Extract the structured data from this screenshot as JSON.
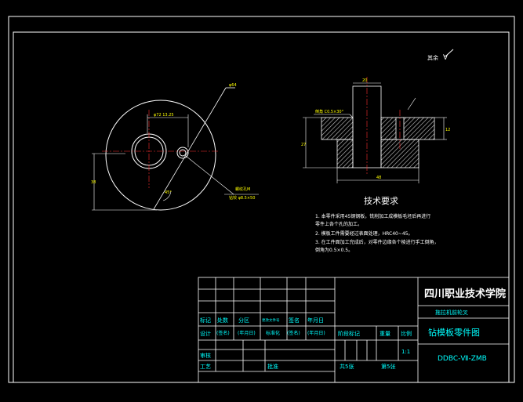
{
  "colors": {
    "background": "#000000",
    "line": "#ffffff",
    "hatch": "#c8c8c8",
    "dimension_text": "#ffff00",
    "table_text": "#00ffff",
    "title_text": "#ffffff"
  },
  "drawing": {
    "roughness": "其余",
    "roughness_symbol": "∀",
    "circle_dims": {
      "outer_diameter": "φ64",
      "bolt_circle_dims": "φ72  13.25",
      "height_label": "38",
      "angle_label": "45°",
      "hole_label": "钻铰 φ8.5×50",
      "hole_leader": "螺纹孔M"
    },
    "section_dims": {
      "top_width": "20",
      "chamfer_label": "倒角 C0.5×30°",
      "left_height": "27",
      "right_height": "12",
      "bottom_width": "48"
    }
  },
  "tech_req": {
    "title": "技术要求",
    "items": [
      "1. 本零件采用45钢钢板，铣削加工成模板毛坯后再进行",
      "   零件上各个孔的加工。",
      "2. 模板工件需要经过表面处理，HRC40~45。",
      "3. 在工件面加工完成后，对零件边缘各个棱进行手工倒角，",
      "   倒角为0.5×0.5。"
    ]
  },
  "title_block": {
    "school": "四川职业技术学院",
    "subtitle": "拖拉机前轮叉",
    "part_name": "钻模板零件图",
    "drawing_no": "DDBC-Ⅶ-ZMB",
    "row_labels": {
      "biaoji": "标记",
      "chushu": "处数",
      "fenqu": "分区",
      "gengai": "更改文件号",
      "qianming": "签名",
      "nianyueri": "年月日",
      "sheji": "设计",
      "qianming_paren": "(签名)",
      "nianyueri_paren": "(年月日)",
      "biaozhunhua": "标准化",
      "qianming_paren2": "(签名)",
      "nianyueri_paren2": "(年月日)",
      "shenhe": "审核",
      "gongyi": "工艺",
      "pizhun": "批准"
    },
    "stage_label": "阶段标记",
    "weight_label": "重量",
    "scale_label": "比例",
    "scale_value": "1:1",
    "sheets_total": "共5张",
    "sheet_no": "第5张"
  }
}
